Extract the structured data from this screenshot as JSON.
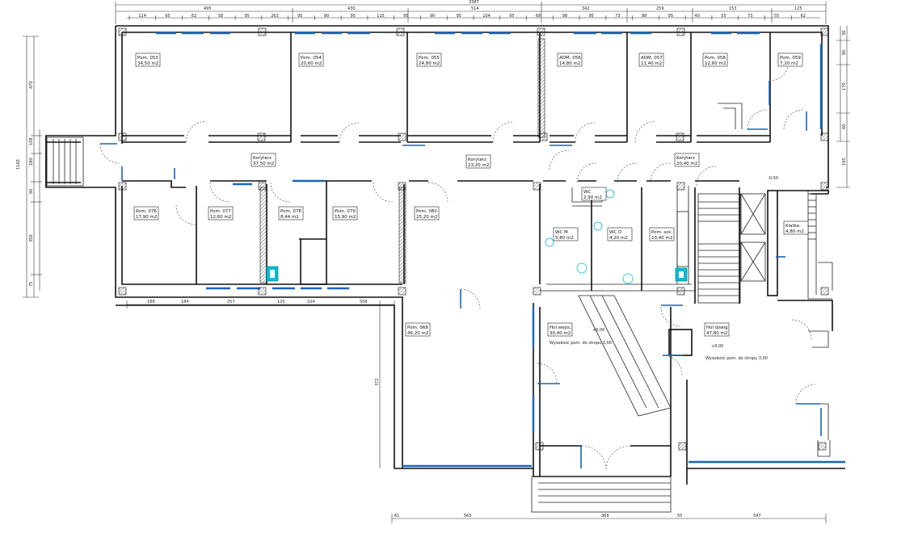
{
  "rooms": [
    {
      "id": "r1",
      "name": "Pom. 053",
      "area": "34,50 m2"
    },
    {
      "id": "r2",
      "name": "Pom. 054",
      "area": "20,60 m2"
    },
    {
      "id": "r3",
      "name": "Pom. 055",
      "area": "24,80 m2"
    },
    {
      "id": "r4",
      "name": "ADM. 056",
      "area": "14,80 m2"
    },
    {
      "id": "r5",
      "name": "ADM. 057",
      "area": "11,40 m2"
    },
    {
      "id": "r6",
      "name": "Pom. 058",
      "area": "12,60 m2"
    },
    {
      "id": "r7",
      "name": "Pom. 059",
      "area": "7,20 m2"
    },
    {
      "id": "r8",
      "name": "Korytarz",
      "area": "37,50 m2"
    },
    {
      "id": "r9",
      "name": "Korytarz",
      "area": "23,20 m2"
    },
    {
      "id": "r10",
      "name": "Korytarz",
      "area": "20,40 m2"
    },
    {
      "id": "r11",
      "name": "Pom. 076",
      "area": "17,90 m2"
    },
    {
      "id": "r12",
      "name": "Pom. 077",
      "area": "12,60 m2"
    },
    {
      "id": "r13",
      "name": "Pom. 078",
      "area": "8,44 m2"
    },
    {
      "id": "r14",
      "name": "Pom. 079",
      "area": "15,90 m2"
    },
    {
      "id": "r15",
      "name": "Pom. 080",
      "area": "25,20 m2"
    },
    {
      "id": "r16",
      "name": "WC",
      "area": "2,90 m2"
    },
    {
      "id": "r17",
      "name": "WC M",
      "area": "5,80 m2"
    },
    {
      "id": "r18",
      "name": "WC D",
      "area": "4,20 m2"
    },
    {
      "id": "r19",
      "name": "Pom. soc.",
      "area": "10,40 m2"
    },
    {
      "id": "r20",
      "name": "Klatka",
      "area": "4,80 m2"
    },
    {
      "id": "r21",
      "name": "Pom. 068",
      "area": "46,20 m2"
    },
    {
      "id": "r22",
      "name": "Hol wejsc.",
      "area": "30,40 m2"
    },
    {
      "id": "r23",
      "name": "Hol dzwig",
      "area": "47,80 m2"
    }
  ],
  "notes": [
    {
      "id": "n1",
      "text": "Wysokość pom. do stropu 3,00"
    },
    {
      "id": "n2",
      "text": "Wysokość pom. do stropu 3,00"
    },
    {
      "id": "n3",
      "text": "+0,00"
    },
    {
      "id": "n4",
      "text": "-0,50"
    },
    {
      "id": "n5",
      "text": "+0,00"
    }
  ],
  "dimensions": {
    "top_total": "3387",
    "top_segments": [
      "495",
      "430",
      "514",
      "342",
      "259",
      "153",
      "125"
    ],
    "top_detail": [
      "114",
      "95",
      "62",
      "58",
      "95",
      "263",
      "95",
      "90",
      "95",
      "115",
      "95",
      "90",
      "95",
      "104",
      "95",
      "68",
      "98",
      "95",
      "73",
      "98",
      "95",
      "40",
      "55",
      "73",
      "55",
      "62"
    ],
    "left_total": "1160",
    "left_segments": [
      "470",
      "108",
      "180",
      "60",
      "350",
      "75"
    ],
    "right_segments": [
      "30",
      "80",
      "170",
      "60",
      "195"
    ],
    "bottom_left": [
      "188",
      "184",
      "257",
      "120",
      "104",
      "558"
    ],
    "bottom_right": [
      "61",
      "565",
      "369",
      "55",
      "597"
    ],
    "vertical_mid": "372"
  },
  "colors": {
    "window": "#1565c0",
    "fixture": "#00bcd4",
    "lines": "#111111"
  }
}
